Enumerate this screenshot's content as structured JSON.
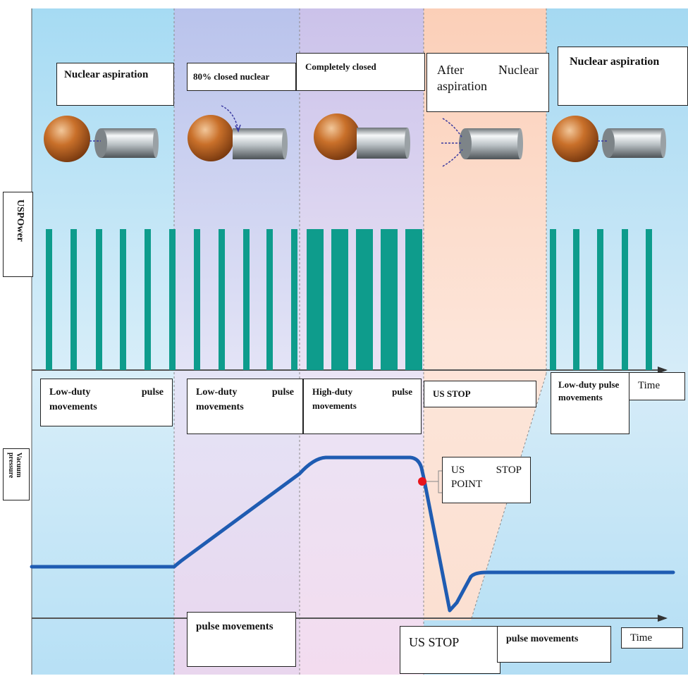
{
  "stages": [
    {
      "label": "Nuclear aspiration"
    },
    {
      "label": "80% closed nuclear"
    },
    {
      "label": "Completely closed"
    },
    {
      "label": "After Nuclear aspiration"
    },
    {
      "label": "Nuclear aspiration"
    }
  ],
  "power_axis_label": "USPOwer",
  "pressure_axis_label": "Vacuum pressure",
  "pulse_modes": [
    {
      "label": "Low-duty pulse movements"
    },
    {
      "label": "Low-duty pulse movements"
    },
    {
      "label": "High-duty pulse movements"
    },
    {
      "label": "US STOP"
    },
    {
      "label": "Low-duty pulse movements"
    }
  ],
  "time_label_top": "Time",
  "time_label_bottom": "Time",
  "us_stop_point_label": "US STOP POINT",
  "bottom_labels": {
    "pulse_movements_left": "pulse movements",
    "us_stop": "US STOP",
    "pulse_movements_right": "pulse movements"
  },
  "colors": {
    "zone_blue": "#a9dcf3",
    "zone_lavender": "#c9cdef",
    "zone_violet": "#d4c8ec",
    "zone_peach": "#fbd5c2",
    "pulse_bar": "#0e9c8c",
    "vacuum_curve": "#1f5cb2",
    "stop_point": "#e8141c"
  },
  "icons": [
    "nucleus-sphere-icon",
    "aspiration-tip-icon",
    "inflow-arrow-icon"
  ]
}
